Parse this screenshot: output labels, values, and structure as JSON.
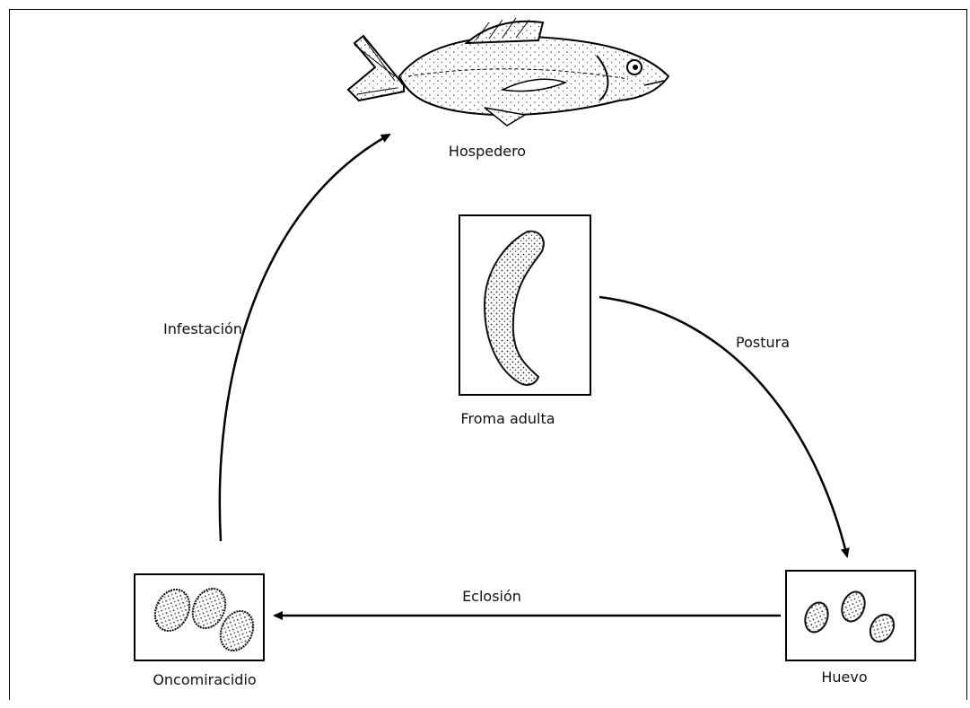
{
  "diagram": {
    "nodes": {
      "host": {
        "label": "Hospedero"
      },
      "adult": {
        "label": "Froma adulta"
      },
      "egg": {
        "label": "Huevo"
      },
      "larva": {
        "label": "Oncomiracidio"
      }
    },
    "edges": {
      "laying": {
        "label": "Postura"
      },
      "hatching": {
        "label": "Eclosión"
      },
      "infestation": {
        "label": "Infestación"
      }
    }
  }
}
